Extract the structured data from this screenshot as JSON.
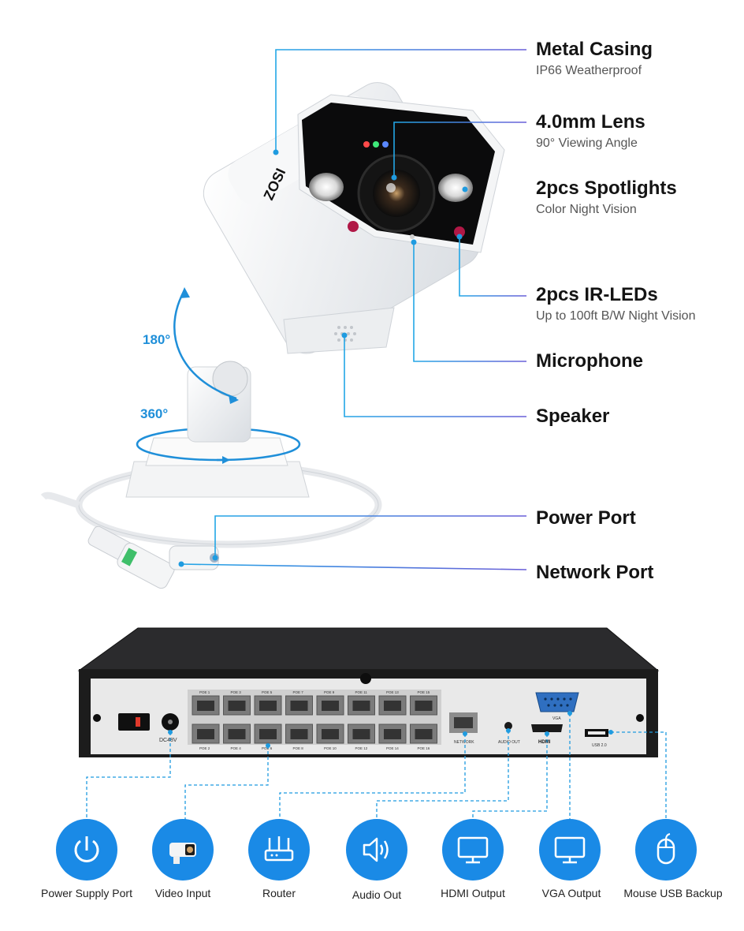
{
  "brand": "ZOSI",
  "features": [
    {
      "title": "Metal Casing",
      "subtitle": "IP66 Weatherproof"
    },
    {
      "title": "4.0mm Lens",
      "subtitle": "90° Viewing Angle"
    },
    {
      "title": "2pcs Spotlights",
      "subtitle": "Color Night Vision"
    },
    {
      "title": "2pcs IR-LEDs",
      "subtitle": "Up to 100ft B/W Night Vision"
    },
    {
      "title": "Microphone",
      "subtitle": ""
    },
    {
      "title": "Speaker",
      "subtitle": ""
    },
    {
      "title": "Power Port",
      "subtitle": ""
    },
    {
      "title": "Network Port",
      "subtitle": ""
    }
  ],
  "rotation": {
    "tilt": "180°",
    "pan": "360°"
  },
  "nvr": {
    "power_label": "DC48V",
    "poe_top": [
      "POE 1",
      "POE 3",
      "POE 5",
      "POE 7",
      "POE 9",
      "POE 11",
      "POE 13",
      "POE 15"
    ],
    "poe_bottom": [
      "POE 2",
      "POE 4",
      "POE 6",
      "POE 8",
      "POE 10",
      "POE 12",
      "POE 14",
      "POE 16"
    ],
    "network_label": "NETWORK",
    "audio_label": "AUDIO OUT",
    "hdmi_label": "HDMI",
    "vga_label": "VGA",
    "usb_label": "USB 2.0"
  },
  "ports": [
    {
      "label": "Power Supply Port",
      "icon": "power-icon"
    },
    {
      "label": "Video Input",
      "icon": "camera-icon"
    },
    {
      "label": "Router",
      "icon": "router-icon"
    },
    {
      "label": "Audio Out",
      "icon": "speaker-icon"
    },
    {
      "label": "HDMI Output",
      "icon": "monitor-icon"
    },
    {
      "label": "VGA Output",
      "icon": "monitor-icon"
    },
    {
      "label": "Mouse USB Backup",
      "icon": "mouse-icon"
    }
  ],
  "colors": {
    "accent": "#1a8ae6",
    "line": "#1f9be0",
    "nvr_body": "#1c1c1c",
    "nvr_panel": "#e9e9e9"
  }
}
